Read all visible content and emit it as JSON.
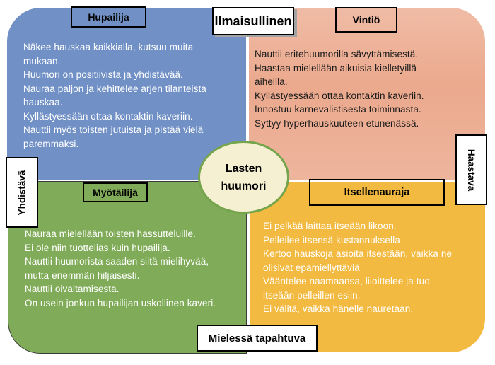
{
  "title": {
    "text": "Lasten huumori",
    "lines": [
      "Lasten",
      "huumori"
    ]
  },
  "axis_labels": {
    "top": "Ilmaisullinen",
    "bottom": "Mielessä tapahtuva",
    "left": "Yhdistävä",
    "right": "Haastava"
  },
  "colors": {
    "circle_fill": "#f6f0d2",
    "circle_border": "#74a44c",
    "label_border": "#000000",
    "axis_box_fill": "#ffffff"
  },
  "quadrants": {
    "top_left": {
      "label": "Hupailija",
      "color": "#7191c6",
      "text_color": "#ffffff",
      "lines": [
        "Näkee hauskaa kaikkialla, kutsuu muita",
        "mukaan.",
        "Huumori on positiivista ja yhdistävää.",
        "Nauraa paljon ja kehittelee arjen tilanteista",
        "hauskaa.",
        "Kyllästyessään ottaa kontaktin kaveriin.",
        "Nauttii myös toisten jutuista ja pistää vielä",
        "paremmaksi."
      ]
    },
    "top_right": {
      "label": "Vintiö",
      "color": "#eba98d",
      "text_color": "#1a1a1a",
      "lines": [
        "Nauttii eritehuumorilla sävyttämisestä.",
        "Haastaa mielellään aikuisia kielletyillä",
        "aiheilla.",
        "Kyllästyessään ottaa kontaktin kaveriin.",
        "Innostuu karnevalistisesta toiminnasta.",
        "Syttyy hyperhauskuuteen etunenässä."
      ]
    },
    "bottom_left": {
      "label": "Myötäilijä",
      "color": "#80ac59",
      "text_color": "#ffffff",
      "lines": [
        "Nauraa mielellään toisten hassutteluille.",
        "Ei ole niin tuottelias kuin hupailija.",
        "Nauttii huumorista saaden siitä mielihyvää,",
        "mutta enemmän hiljaisesti.",
        "Nauttii oivaltamisesta.",
        "On usein jonkun hupailijan uskollinen kaveri."
      ]
    },
    "bottom_right": {
      "label": "Itsellenauraja",
      "color": "#f3ba42",
      "text_color": "#ffffff",
      "lines": [
        "Ei pelkää laittaa itseään likoon.",
        "Pelleilee itsensä kustannuksella",
        "Kertoo hauskoja asioita itsestään, vaikka ne",
        "olisivat epämiellyttäviä",
        "Vääntelee naamaansa, liioittelee ja tuo",
        "itseään pelleillen esiin.",
        "Ei välitä, vaikka hänelle nauretaan."
      ]
    }
  }
}
